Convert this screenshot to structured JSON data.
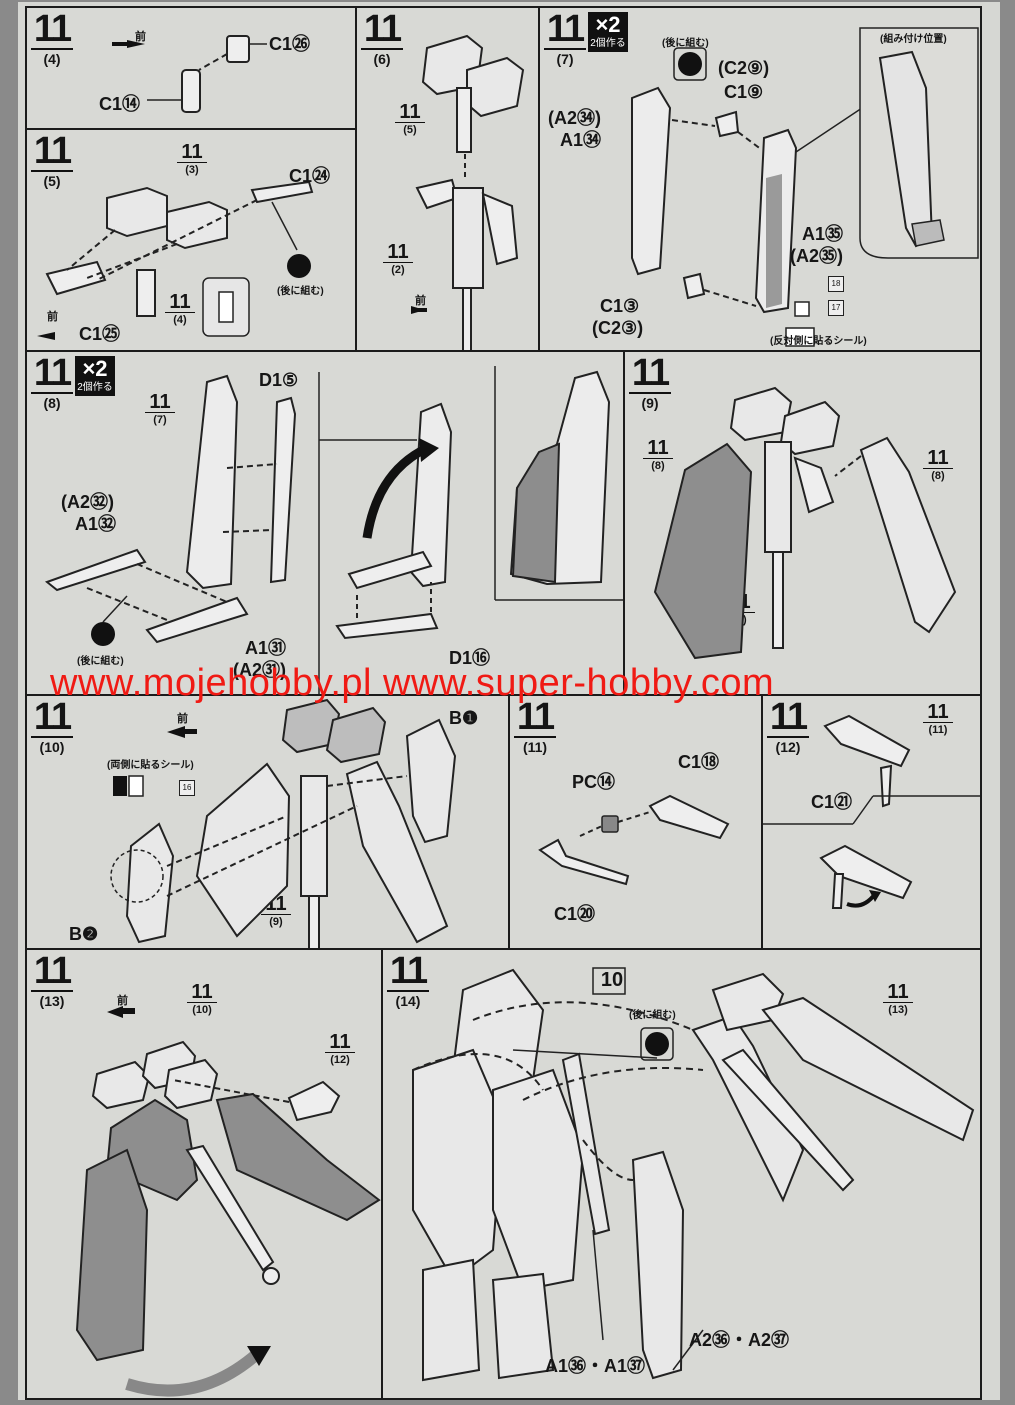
{
  "watermark": "www.mojehobby.pl www.super-hobby.com",
  "common": {
    "step": "11",
    "mae": "前",
    "later": "(後に組む)",
    "x2": "×2",
    "make_two": "2個作る"
  },
  "panels": {
    "p4": {
      "sub": "(4)",
      "labels": [
        "C1㉖",
        "C1⑭"
      ]
    },
    "p5": {
      "sub": "(5)",
      "refs": [
        {
          "n": "11",
          "s": "(3)"
        },
        {
          "n": "11",
          "s": "(4)"
        }
      ],
      "labels": [
        "C1㉔",
        "C1㉕"
      ]
    },
    "p6": {
      "sub": "(6)",
      "refs": [
        {
          "n": "11",
          "s": "(5)"
        },
        {
          "n": "11",
          "s": "(2)"
        }
      ]
    },
    "p7": {
      "sub": "(7)",
      "labels": [
        "(A2㉞)",
        "A1㉞",
        "(C2⑨)",
        "C1⑨",
        "A1㉟",
        "(A2㉟)",
        "C1③",
        "(C2③)"
      ],
      "note_position": "(組み付け位置)",
      "note_opposite": "(反対側に貼るシール)",
      "stickers": [
        "18",
        "17"
      ]
    },
    "p8": {
      "sub": "(8)",
      "refs": [
        {
          "n": "11",
          "s": "(7)"
        }
      ],
      "labels": [
        "D1⑤",
        "(A2㉜)",
        "A1㉜",
        "A1㉛",
        "(A2㉛)",
        "D1⑯"
      ]
    },
    "p9": {
      "sub": "(9)",
      "refs": [
        {
          "n": "11",
          "s": "(8)"
        },
        {
          "n": "11",
          "s": "(8)"
        },
        {
          "n": "11",
          "s": "(6)"
        }
      ]
    },
    "p10": {
      "sub": "(10)",
      "refs": [
        {
          "n": "11",
          "s": "(9)"
        }
      ],
      "labels": [
        "B❶",
        "B❷"
      ],
      "note_both": "(両側に貼るシール)",
      "stickers": [
        "16"
      ]
    },
    "p11": {
      "sub": "(11)",
      "labels": [
        "PC⑭",
        "C1⑱",
        "C1⑳"
      ]
    },
    "p12": {
      "sub": "(12)",
      "refs": [
        {
          "n": "11",
          "s": "(11)"
        }
      ],
      "labels": [
        "C1㉑"
      ]
    },
    "p13": {
      "sub": "(13)",
      "refs": [
        {
          "n": "11",
          "s": "(10)"
        },
        {
          "n": "11",
          "s": "(12)"
        }
      ]
    },
    "p14": {
      "sub": "(14)",
      "refs": [
        {
          "n": "10",
          "s": ""
        },
        {
          "n": "11",
          "s": "(13)"
        }
      ],
      "labels": [
        "A1㊱・A1㊲",
        "A2㊱・A2㊲"
      ]
    }
  }
}
